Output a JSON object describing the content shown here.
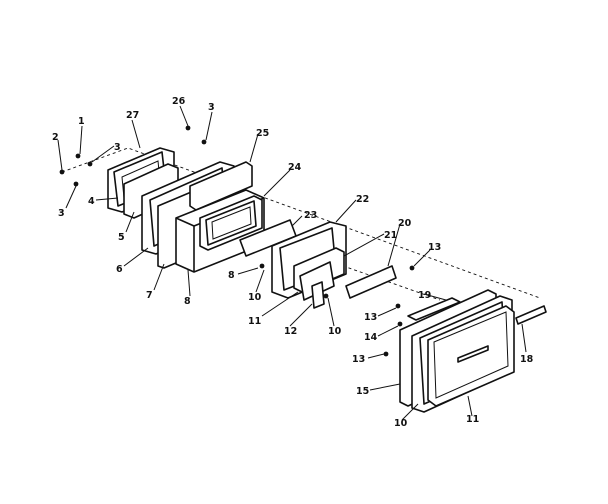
{
  "labels": {
    "l1": "1",
    "l2": "2",
    "l3a": "3",
    "l3b": "3",
    "l3c": "3",
    "l4": "4",
    "l5": "5",
    "l6": "6",
    "l7": "7",
    "l8a": "8",
    "l8b": "8",
    "l10a": "10",
    "l10b": "10",
    "l10c": "10",
    "l11a": "11",
    "l11b": "11",
    "l12": "12",
    "l13a": "13",
    "l13b": "13",
    "l13c": "13",
    "l14": "14",
    "l15": "15",
    "l18": "18",
    "l19": "19",
    "l20": "20",
    "l21": "21",
    "l22": "22",
    "l23": "23",
    "l24": "24",
    "l25": "25",
    "l26": "26",
    "l27": "27"
  }
}
